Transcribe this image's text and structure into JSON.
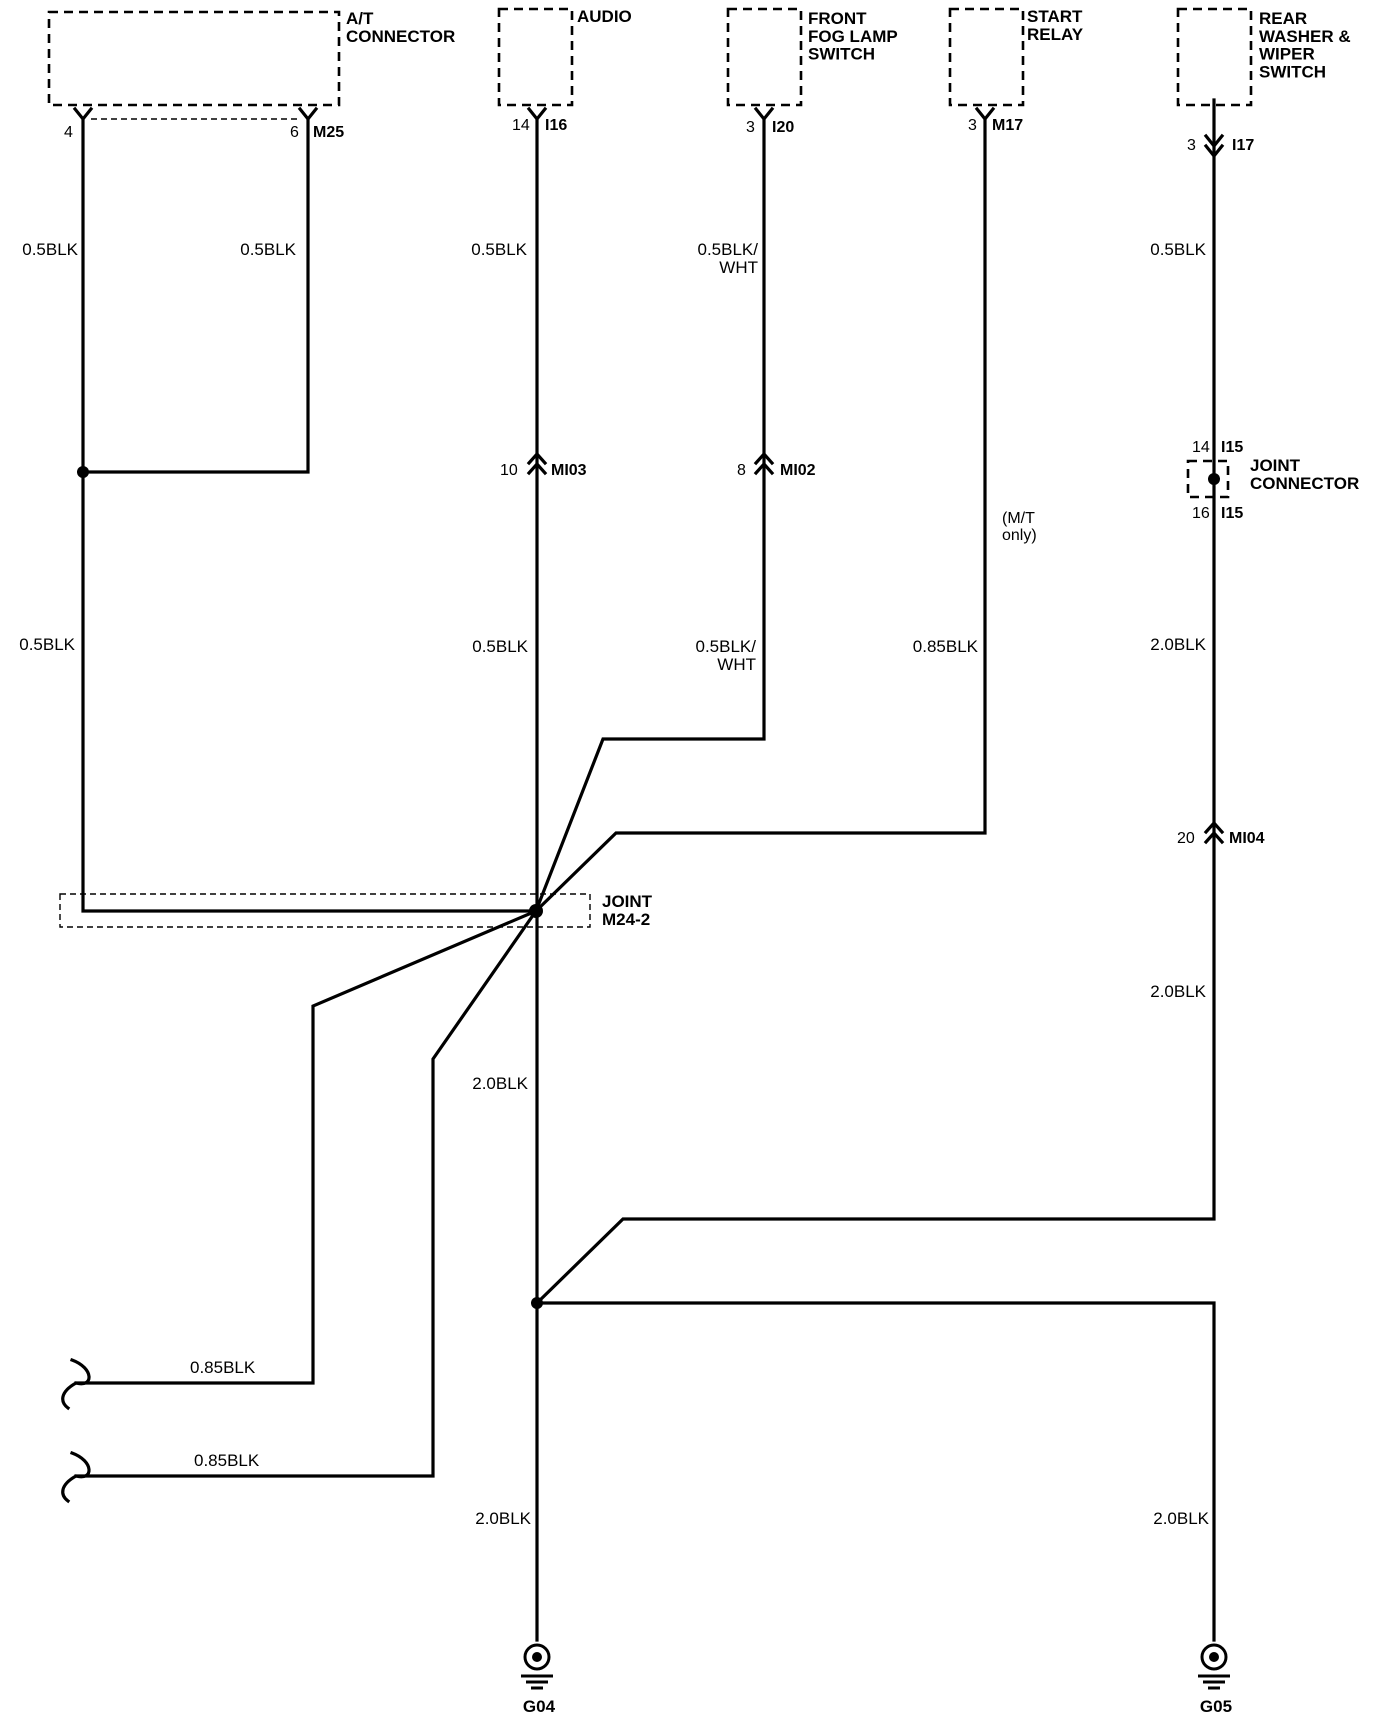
{
  "components": {
    "at_connector": {
      "name": "A/T\nCONNECTOR",
      "code": "M25",
      "pin_left": "4",
      "pin_right": "6"
    },
    "audio": {
      "name": "AUDIO",
      "code": "I16",
      "pin": "14"
    },
    "front_fog_lamp_switch": {
      "name": "FRONT\nFOG LAMP\nSWITCH",
      "code": "I20",
      "pin": "3"
    },
    "start_relay": {
      "name": "START\nRELAY",
      "code": "M17",
      "pin": "3"
    },
    "rear_washer_wiper_switch": {
      "name": "REAR\nWASHER &\nWIPER\nSWITCH",
      "code": "I17",
      "pin": "3"
    }
  },
  "inline_connectors": {
    "mi03": {
      "code": "MI03",
      "pin": "10"
    },
    "mi02": {
      "code": "MI02",
      "pin": "8"
    },
    "mi04": {
      "code": "MI04",
      "pin": "20"
    }
  },
  "joint_connector": {
    "name": "JOINT\nCONNECTOR",
    "code_top": "I15",
    "pin_top": "14",
    "code_bottom": "I15",
    "pin_bottom": "16"
  },
  "joint_m24_2": {
    "name": "JOINT\nM24-2"
  },
  "wire_labels": {
    "at_left_upper": "0.5BLK",
    "at_right_upper": "0.5BLK",
    "at_left_lower": "0.5BLK",
    "audio_upper": "0.5BLK",
    "audio_lower": "0.5BLK",
    "fog_upper": "0.5BLK/\nWHT",
    "fog_lower": "0.5BLK/\nWHT",
    "start_relay": "0.85BLK",
    "rear_upper": "0.5BLK",
    "rear_mid": "2.0BLK",
    "rear_lower": "2.0BLK",
    "main_trunk": "2.0BLK",
    "g04_lead": "2.0BLK",
    "g05_lead": "2.0BLK",
    "offpage_1": "0.85BLK",
    "offpage_2": "0.85BLK"
  },
  "notes": {
    "mt_only": "(M/T\nonly)"
  },
  "grounds": {
    "g04": "G04",
    "g05": "G05"
  }
}
